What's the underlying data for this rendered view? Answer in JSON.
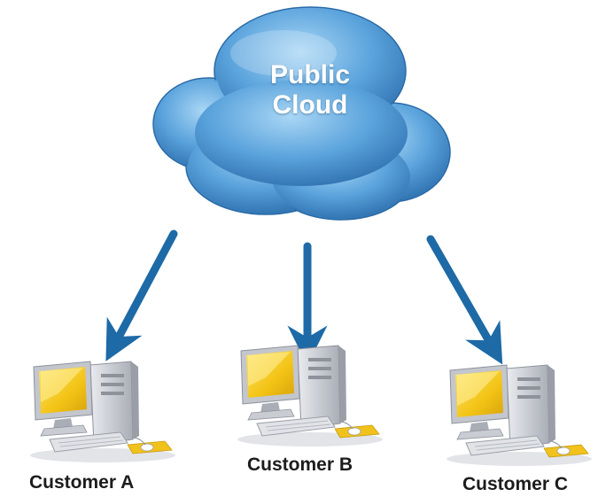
{
  "cloud": {
    "line1": "Public",
    "line2": "Cloud",
    "icon": "cloud-icon"
  },
  "customers": [
    {
      "label": "Customer A",
      "icon": "desktop-computer-icon"
    },
    {
      "label": "Customer B",
      "icon": "desktop-computer-icon"
    },
    {
      "label": "Customer C",
      "icon": "desktop-computer-icon"
    }
  ],
  "colors": {
    "cloud_light": "#9ecdf0",
    "cloud_dark": "#2f74b5",
    "arrow": "#1d6aa6",
    "screen_yellow": "#f3c416",
    "computer_gray": "#c9ccd3"
  }
}
